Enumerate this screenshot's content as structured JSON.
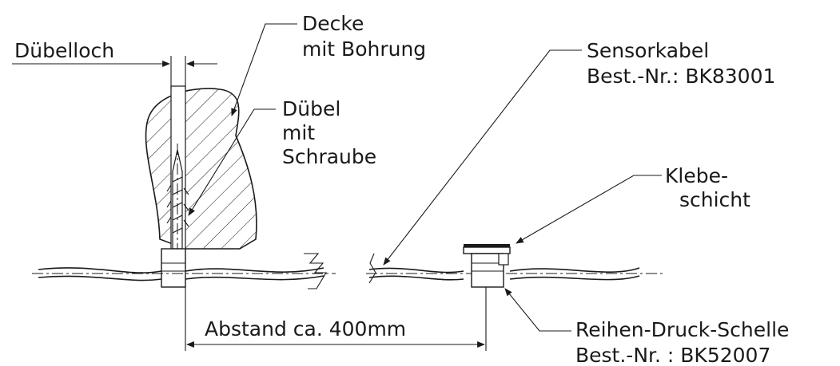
{
  "labels": {
    "duebelloch": "Dübelloch",
    "decke_line1": "Decke",
    "decke_line2": "mit Bohrung",
    "duebel_line1": "Dübel",
    "duebel_line2": "mit",
    "duebel_line3": "Schraube",
    "sensorkabel_line1": "Sensorkabel",
    "sensorkabel_line2": "Best.-Nr.: BK83001",
    "klebe_line1": "Klebe-",
    "klebe_line2": "schicht",
    "abstand": "Abstand ca. 400mm",
    "schelle_line1": "Reihen-Druck-Schelle",
    "schelle_line2": "Best.-Nr. : BK52007"
  },
  "colors": {
    "line": "#1a1a1a",
    "background": "#ffffff"
  }
}
